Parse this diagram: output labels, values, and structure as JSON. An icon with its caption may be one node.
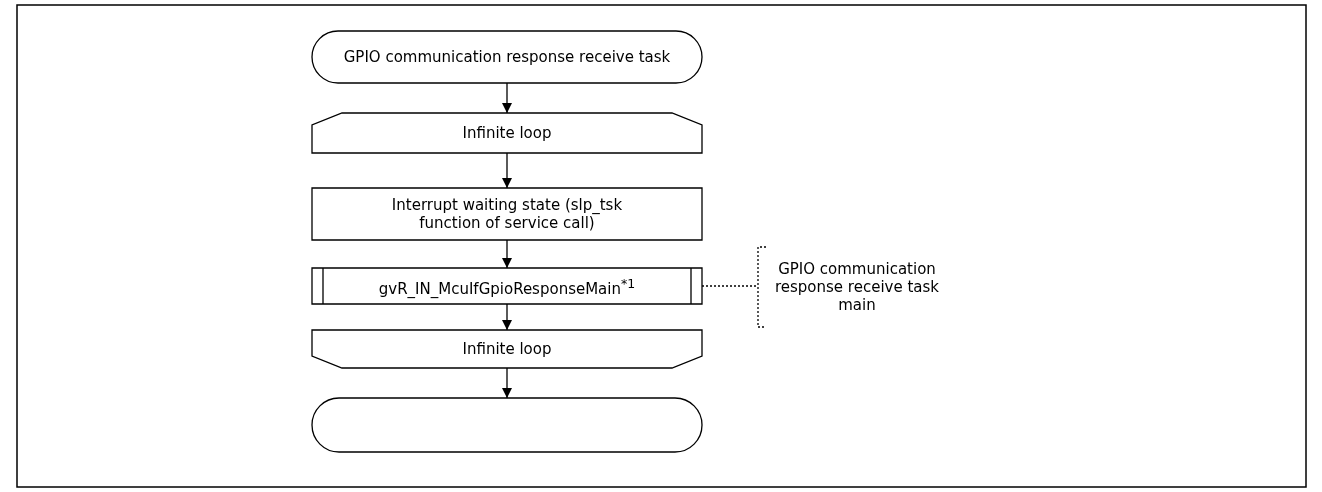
{
  "diagram": {
    "nodes": [
      {
        "text": [
          "GPIO communication response receive task"
        ]
      },
      {
        "text": [
          "Infinite loop"
        ]
      },
      {
        "text": [
          "Interrupt waiting state (slp_tsk function of service call)"
        ]
      },
      {
        "text": [
          "gvR_IN_McuIfGpioResponseMain$^{*1}$"
        ]
      },
      {
        "text": [
          "Infinite loop"
        ]
      },
      {
        "text": [],
        "shape": "terminator"
      },
      {
        "text": [
          "GPIO communication response receive task main"
        ]
      }
    ],
    "edges": [
      {
        "from": 0,
        "to": 1,
        "arrow": "to"
      },
      {
        "from": 1,
        "to": 2,
        "arrow": "to"
      },
      {
        "from": 2,
        "to": 3,
        "arrow": "to"
      },
      {
        "from": 3,
        "to": 4,
        "arrow": "to"
      },
      {
        "from": 4,
        "to": 5,
        "arrow": "to"
      },
      {
        "from": 3,
        "to": 6,
        "arrow": "none",
        "style": "dashed"
      }
    ]
  }
}
